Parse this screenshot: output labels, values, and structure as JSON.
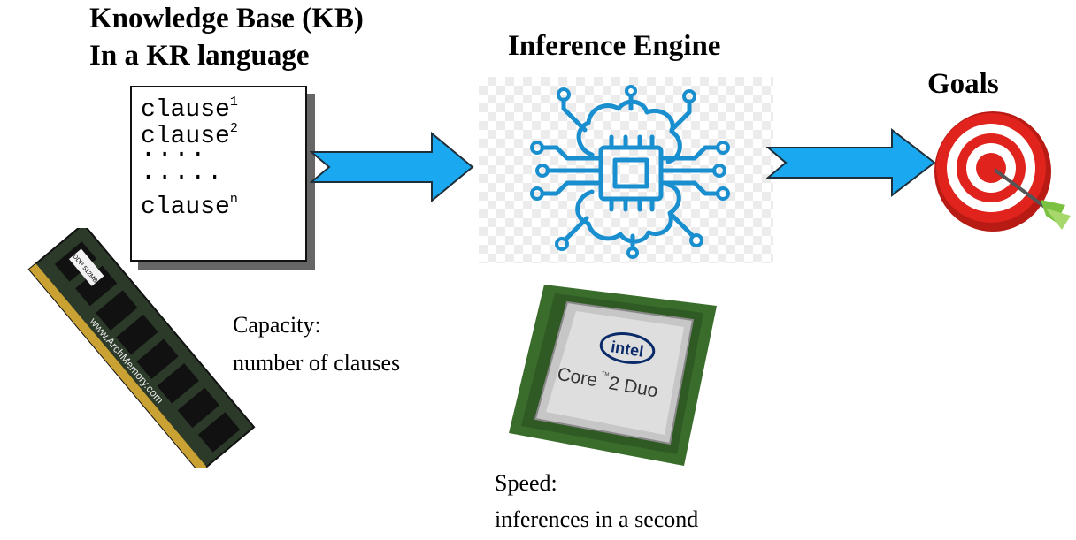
{
  "kb": {
    "title_line1": "Knowledge Base (KB)",
    "title_line2": "In a KR language",
    "clauses": [
      {
        "text": "clause",
        "sup": "1"
      },
      {
        "text": "clause",
        "sup": "2"
      },
      {
        "text": "clause",
        "sup": "n"
      }
    ],
    "dots1": "....",
    "dots2": ".....",
    "capacity_label": "Capacity:",
    "capacity_desc": "number of clauses",
    "ram_text": "www.ArchMemory.com",
    "ram_sticker": "DDR 512MB"
  },
  "engine": {
    "title": "Inference Engine",
    "speed_label": "Speed:",
    "speed_desc": "inferences in a second",
    "cpu_brand": "intel",
    "cpu_model_a": "Core",
    "cpu_tm": "TM",
    "cpu_model_b": "2 Duo"
  },
  "goals": {
    "title": "Goals"
  },
  "colors": {
    "arrow_fill": "#1aa9f0",
    "arrow_stroke": "#1f2f3a",
    "ai_icon": "#1a8fd0",
    "target_red": "#e0231c"
  },
  "icons": {
    "ai": "ai-brain-chip-icon",
    "ram": "ram-module-icon",
    "cpu": "cpu-chip-icon",
    "target": "target-icon"
  }
}
